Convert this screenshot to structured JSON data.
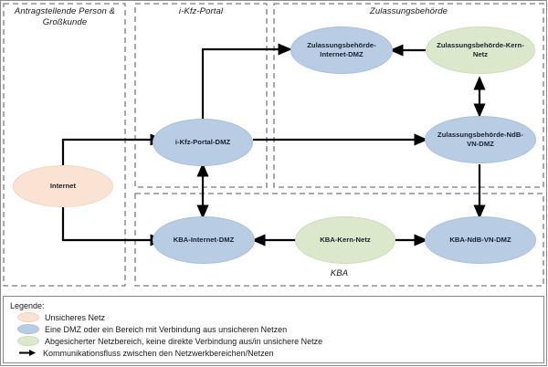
{
  "diagram": {
    "zones": [
      {
        "id": "antragsteller",
        "label": "Antragstellende Person &\nGroßkunde"
      },
      {
        "id": "ikfz",
        "label": "i-Kfz-Portal"
      },
      {
        "id": "zulassungsbehoerde",
        "label": "Zulassungsbehörde"
      },
      {
        "id": "kba",
        "label": "KBA"
      }
    ],
    "nodes": [
      {
        "id": "internet",
        "label": "Internet",
        "type": "unsicher",
        "color": "#fae3d3"
      },
      {
        "id": "ikfz-dmz",
        "label": "i-Kfz-Portal-DMZ",
        "type": "dmz",
        "color": "#b8cce4"
      },
      {
        "id": "zb-internet-dmz",
        "label": "Zulassungsbehörde-\nInternet-DMZ",
        "type": "dmz",
        "color": "#b8cce4"
      },
      {
        "id": "zb-kern-netz",
        "label": "Zulassungsbehörde-Kern-\nNetz",
        "type": "abgesichert",
        "color": "#dbe8cb"
      },
      {
        "id": "zb-ndb-vn-dmz",
        "label": "Zulassungsbehörde-NdB-\nVN-DMZ",
        "type": "dmz",
        "color": "#b8cce4"
      },
      {
        "id": "kba-internet-dmz",
        "label": "KBA-Internet-DMZ",
        "type": "dmz",
        "color": "#b8cce4"
      },
      {
        "id": "kba-kern-netz",
        "label": "KBA-Kern-Netz",
        "type": "abgesichert",
        "color": "#dbe8cb"
      },
      {
        "id": "kba-ndb-vn-dmz",
        "label": "KBA-NdB-VN-DMZ",
        "type": "dmz",
        "color": "#b8cce4"
      }
    ],
    "connections": [
      {
        "from": "internet",
        "to": "ikfz-dmz",
        "direction": "one-way"
      },
      {
        "from": "internet",
        "to": "kba-internet-dmz",
        "direction": "one-way"
      },
      {
        "from": "ikfz-dmz",
        "to": "zb-internet-dmz",
        "direction": "one-way"
      },
      {
        "from": "ikfz-dmz",
        "to": "zb-ndb-vn-dmz",
        "direction": "one-way"
      },
      {
        "from": "ikfz-dmz",
        "to": "kba-internet-dmz",
        "direction": "two-way"
      },
      {
        "from": "zb-kern-netz",
        "to": "zb-internet-dmz",
        "direction": "one-way"
      },
      {
        "from": "zb-kern-netz",
        "to": "zb-ndb-vn-dmz",
        "direction": "two-way"
      },
      {
        "from": "zb-ndb-vn-dmz",
        "to": "kba-ndb-vn-dmz",
        "direction": "one-way"
      },
      {
        "from": "kba-kern-netz",
        "to": "kba-internet-dmz",
        "direction": "one-way"
      },
      {
        "from": "kba-kern-netz",
        "to": "kba-ndb-vn-dmz",
        "direction": "one-way"
      }
    ]
  },
  "legend": {
    "title": "Legende:",
    "items": [
      {
        "icon": "ellipse-peach",
        "text": "Unsicheres Netz"
      },
      {
        "icon": "ellipse-blue",
        "text": "Eine DMZ oder ein Bereich mit Verbindung aus unsicheren Netzen"
      },
      {
        "icon": "ellipse-green",
        "text": "Abgesicherter Netzbereich, keine direkte Verbindung aus/in unsichere Netze"
      },
      {
        "icon": "arrow-right",
        "text": "Kommunikationsfluss zwischen den Netzwerkbereichen/Netzen"
      }
    ]
  }
}
